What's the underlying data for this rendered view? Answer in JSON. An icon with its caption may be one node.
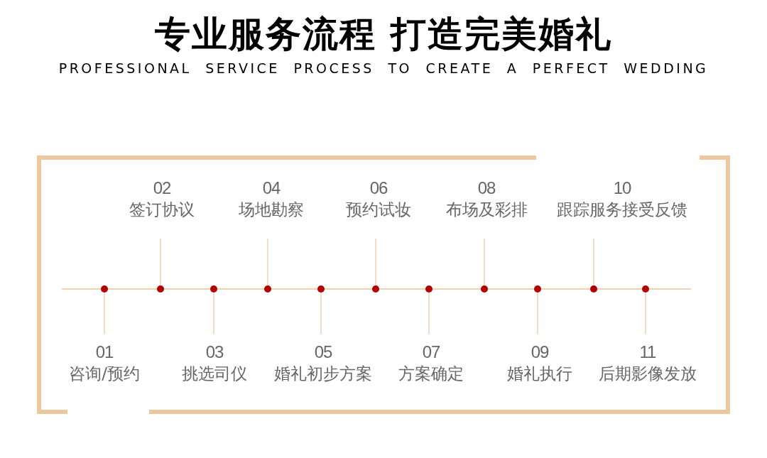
{
  "diagram": {
    "title": "专业服务流程 打造完美婚礼",
    "nodes": [
      {
        "text": [
          "01",
          "咨询/预约"
        ]
      },
      {
        "text": [
          "02",
          "签订协议"
        ]
      },
      {
        "text": [
          "03",
          "挑选司仪"
        ]
      },
      {
        "text": [
          "04",
          "场地勘察"
        ]
      },
      {
        "text": [
          "05",
          "婚礼初步方案"
        ]
      },
      {
        "text": [
          "06",
          "预约试妆"
        ]
      },
      {
        "text": [
          "07",
          "方案确定"
        ]
      },
      {
        "text": [
          "08",
          "布场及彩排"
        ]
      },
      {
        "text": [
          "09",
          "婚礼执行"
        ]
      },
      {
        "text": [
          "10",
          "跟踪服务接受反馈"
        ]
      },
      {
        "text": [
          "11",
          "后期影像发放"
        ]
      },
      {
        "text": [],
        "shape": "circle"
      },
      {
        "text": [],
        "shape": "circle"
      },
      {
        "text": [],
        "shape": "circle"
      },
      {
        "text": [],
        "shape": "circle"
      },
      {
        "text": [],
        "shape": "circle"
      },
      {
        "text": [],
        "shape": "circle"
      },
      {
        "text": [],
        "shape": "circle"
      },
      {
        "text": [],
        "shape": "circle"
      },
      {
        "text": [],
        "shape": "circle"
      },
      {
        "text": [],
        "shape": "circle"
      },
      {
        "text": [],
        "shape": "circle"
      }
    ],
    "edges": [
      {
        "from": 0,
        "to": 11,
        "arrow": "none"
      },
      {
        "from": 1,
        "to": 12,
        "arrow": "none"
      },
      {
        "from": 2,
        "to": 13,
        "arrow": "none"
      },
      {
        "from": 3,
        "to": 14,
        "arrow": "none"
      },
      {
        "from": 4,
        "to": 15,
        "arrow": "none"
      },
      {
        "from": 5,
        "to": 16,
        "arrow": "none"
      },
      {
        "from": 6,
        "to": 17,
        "arrow": "none"
      },
      {
        "from": 7,
        "to": 18,
        "arrow": "none"
      },
      {
        "from": 8,
        "to": 19,
        "arrow": "none"
      },
      {
        "from": 9,
        "to": 20,
        "arrow": "none"
      },
      {
        "from": 10,
        "to": 21,
        "arrow": "none"
      }
    ],
    "labels": [
      "PROFESSIONAL SERVICE PROCESS TO CREATE A PERFECT WEDDING"
    ]
  }
}
